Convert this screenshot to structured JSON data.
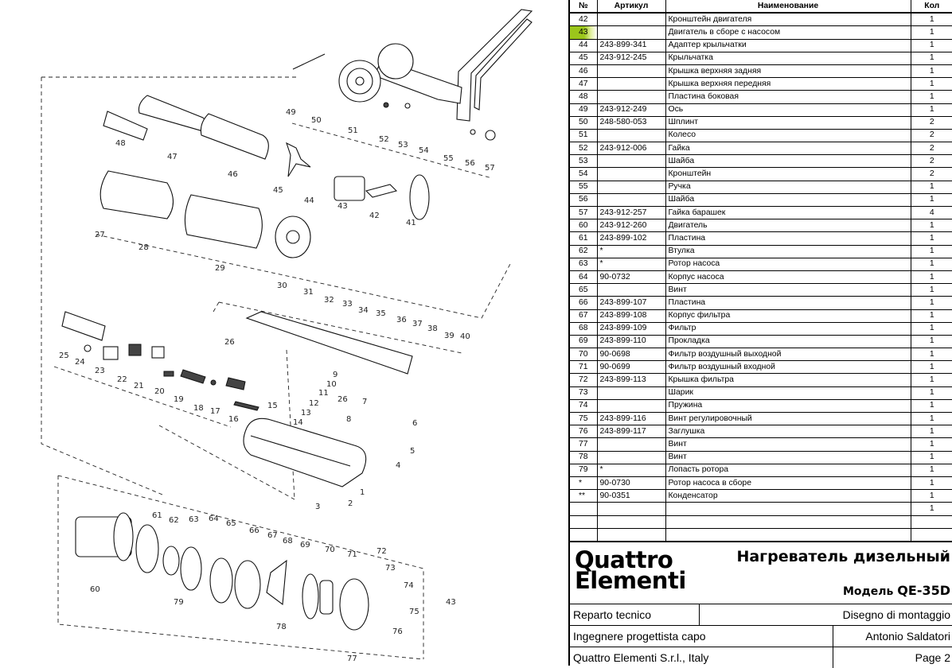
{
  "table": {
    "headers": {
      "num": "№",
      "article": "Артикул",
      "name": "Наименование",
      "qty": "Кол"
    },
    "highlight_color": "#9bc61b",
    "rows": [
      {
        "num": "42",
        "article": "",
        "name": "Кронштейн двигателя",
        "qty": "1"
      },
      {
        "num": "43",
        "article": "",
        "name": "Двигатель в сборе с насосом",
        "qty": "1",
        "highlighted": true
      },
      {
        "num": "44",
        "article": "243-899-341",
        "name": "Адаптер крыльчатки",
        "qty": "1"
      },
      {
        "num": "45",
        "article": "243-912-245",
        "name": "Крыльчатка",
        "qty": "1"
      },
      {
        "num": "46",
        "article": "",
        "name": "Крышка верхняя задняя",
        "qty": "1"
      },
      {
        "num": "47",
        "article": "",
        "name": "Крышка верхняя передняя",
        "qty": "1"
      },
      {
        "num": "48",
        "article": "",
        "name": "Пластина боковая",
        "qty": "1"
      },
      {
        "num": "49",
        "article": "243-912-249",
        "name": "Ось",
        "qty": "1"
      },
      {
        "num": "50",
        "article": "248-580-053",
        "name": "Шплинт",
        "qty": "2"
      },
      {
        "num": "51",
        "article": "",
        "name": "Колесо",
        "qty": "2"
      },
      {
        "num": "52",
        "article": "243-912-006",
        "name": "Гайка",
        "qty": "2"
      },
      {
        "num": "53",
        "article": "",
        "name": "Шайба",
        "qty": "2"
      },
      {
        "num": "54",
        "article": "",
        "name": "Кронштейн",
        "qty": "2"
      },
      {
        "num": "55",
        "article": "",
        "name": "Ручка",
        "qty": "1"
      },
      {
        "num": "56",
        "article": "",
        "name": "Шайба",
        "qty": "1"
      },
      {
        "num": "57",
        "article": "243-912-257",
        "name": "Гайка барашек",
        "qty": "4"
      },
      {
        "num": "60",
        "article": "243-912-260",
        "name": "Двигатель",
        "qty": "1"
      },
      {
        "num": "61",
        "article": "243-899-102",
        "name": "Пластина",
        "qty": "1"
      },
      {
        "num": "62",
        "article": "*",
        "name": "Втулка",
        "qty": "1"
      },
      {
        "num": "63",
        "article": "*",
        "name": "Ротор насоса",
        "qty": "1"
      },
      {
        "num": "64",
        "article": "90-0732",
        "name": "Корпус насоса",
        "qty": "1"
      },
      {
        "num": "65",
        "article": "",
        "name": "Винт",
        "qty": "1"
      },
      {
        "num": "66",
        "article": "243-899-107",
        "name": "Пластина",
        "qty": "1"
      },
      {
        "num": "67",
        "article": "243-899-108",
        "name": "Корпус фильтра",
        "qty": "1"
      },
      {
        "num": "68",
        "article": "243-899-109",
        "name": "Фильтр",
        "qty": "1"
      },
      {
        "num": "69",
        "article": "243-899-110",
        "name": "Прокладка",
        "qty": "1"
      },
      {
        "num": "70",
        "article": "90-0698",
        "name": "Фильтр воздушный выходной",
        "qty": "1"
      },
      {
        "num": "71",
        "article": "90-0699",
        "name": "Фильтр воздушный входной",
        "qty": "1"
      },
      {
        "num": "72",
        "article": "243-899-113",
        "name": "Крышка фильтра",
        "qty": "1"
      },
      {
        "num": "73",
        "article": "",
        "name": "Шарик",
        "qty": "1"
      },
      {
        "num": "74",
        "article": "",
        "name": "Пружина",
        "qty": "1"
      },
      {
        "num": "75",
        "article": "243-899-116",
        "name": "Винт регулировочный",
        "qty": "1"
      },
      {
        "num": "76",
        "article": "243-899-117",
        "name": "Заглушка",
        "qty": "1"
      },
      {
        "num": "77",
        "article": "",
        "name": "Винт",
        "qty": "1"
      },
      {
        "num": "78",
        "article": "",
        "name": "Винт",
        "qty": "1"
      },
      {
        "num": "79",
        "article": "*",
        "name": "Лопасть ротора",
        "qty": "1"
      },
      {
        "num": "*",
        "article": "90-0730",
        "name": "Ротор насоса в сборе",
        "qty": "1"
      },
      {
        "num": "**",
        "article": "90-0351",
        "name": "Конденсатор",
        "qty": "1"
      },
      {
        "num": "",
        "article": "",
        "name": "",
        "qty": "1"
      },
      {
        "num": "",
        "article": "",
        "name": "",
        "qty": ""
      },
      {
        "num": "",
        "article": "",
        "name": "",
        "qty": ""
      }
    ]
  },
  "title_block": {
    "logo_line1": "Quattro",
    "logo_line2": "Elementi",
    "product_title": "Нагреватель дизельный",
    "model_label": "Модель",
    "model_value": "QE-35D",
    "department": "Reparto tecnico",
    "drawing_type": "Disegno di montaggio",
    "role": "Ingegnere progettista capo",
    "engineer": "Antonio Saldatori",
    "company": "Quattro Elementi S.r.l., Italy",
    "page": "Page 2"
  },
  "diagram": {
    "callouts": [
      "1",
      "2",
      "3",
      "4",
      "5",
      "6",
      "7",
      "8",
      "9",
      "10",
      "11",
      "12",
      "13",
      "14",
      "15",
      "16",
      "17",
      "18",
      "19",
      "20",
      "21",
      "22",
      "23",
      "24",
      "25",
      "26",
      "26",
      "27",
      "28",
      "29",
      "30",
      "31",
      "32",
      "33",
      "34",
      "35",
      "36",
      "37",
      "38",
      "39",
      "40",
      "41",
      "42",
      "43",
      "43",
      "44",
      "45",
      "46",
      "47",
      "48",
      "49",
      "50",
      "51",
      "52",
      "53",
      "54",
      "55",
      "56",
      "57",
      "60",
      "61",
      "62",
      "63",
      "64",
      "65",
      "66",
      "67",
      "68",
      "69",
      "70",
      "71",
      "72",
      "73",
      "74",
      "75",
      "76",
      "77",
      "78",
      "79"
    ]
  }
}
